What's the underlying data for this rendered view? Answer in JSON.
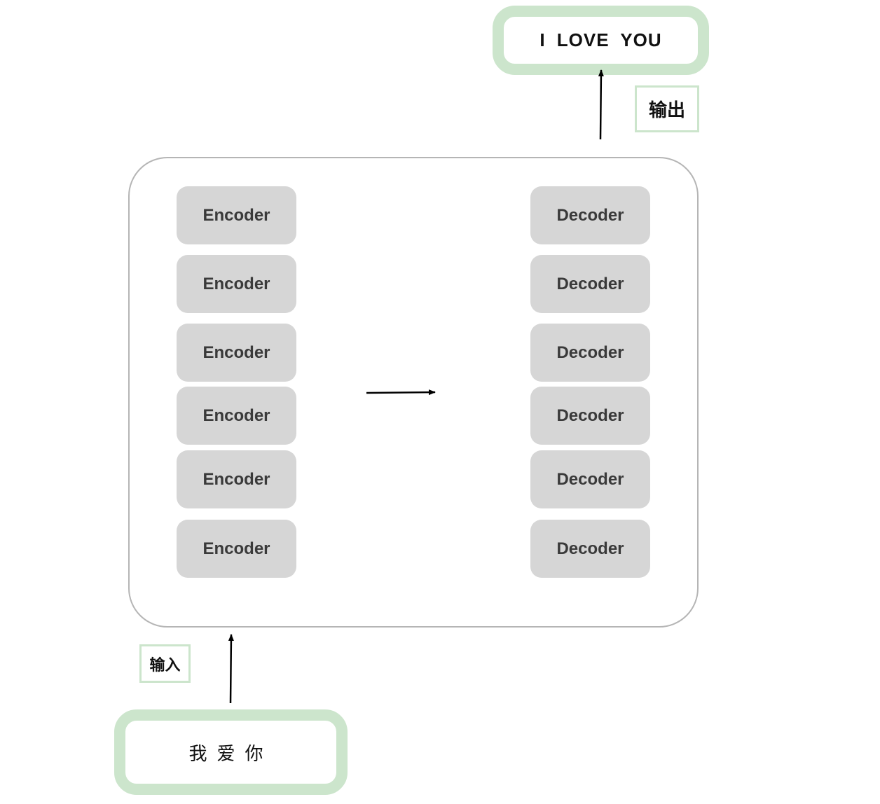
{
  "output": {
    "text": "I LOVE YOU",
    "label": "输出"
  },
  "input": {
    "text": "我爱你",
    "label": "输入"
  },
  "encoders": [
    "Encoder",
    "Encoder",
    "Encoder",
    "Encoder",
    "Encoder",
    "Encoder"
  ],
  "decoders": [
    "Decoder",
    "Decoder",
    "Decoder",
    "Decoder",
    "Decoder",
    "Decoder"
  ],
  "colors": {
    "io_border": "#cce5cc",
    "block_fill": "#d6d6d6",
    "block_text": "#3a3a3a",
    "frame_border": "#b5b5b5",
    "arrow": "#000000"
  }
}
